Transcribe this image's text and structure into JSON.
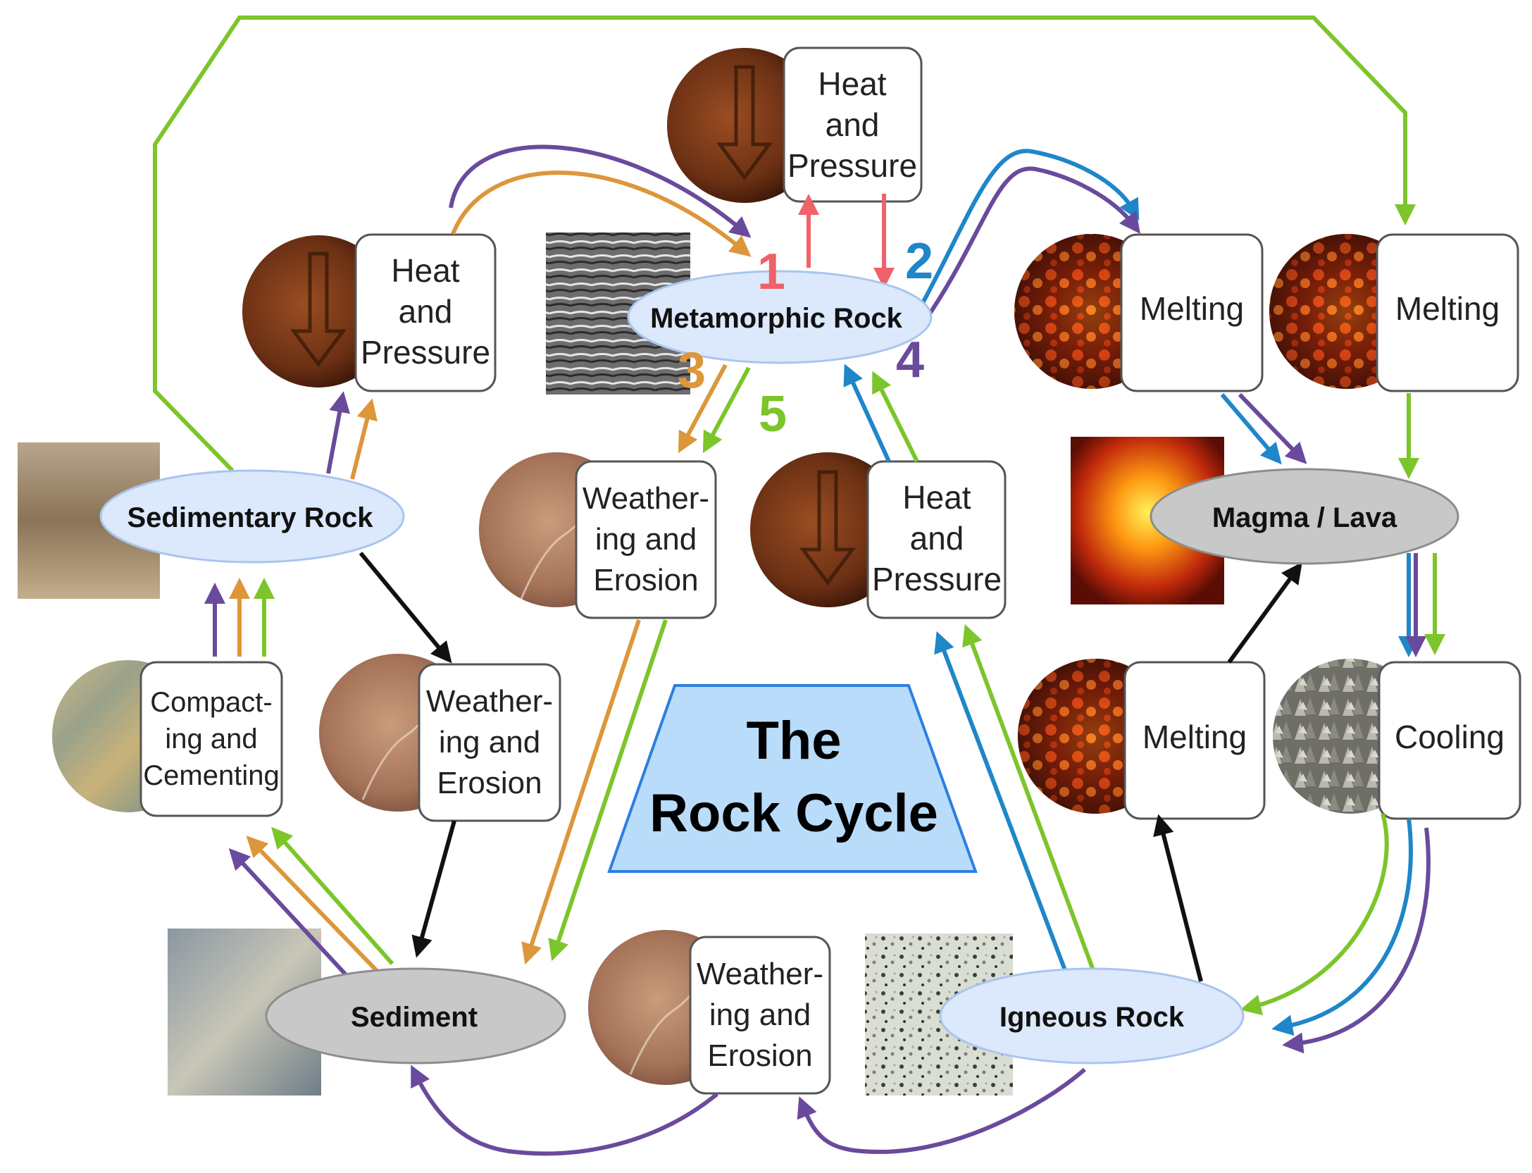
{
  "title": {
    "line1": "The",
    "line2": "Rock Cycle"
  },
  "nodes": {
    "metamorphic": "Metamorphic Rock",
    "sedimentary": "Sedimentary Rock",
    "magma": "Magma / Lava",
    "sediment": "Sediment",
    "igneous": "Igneous Rock"
  },
  "processes": {
    "hp_top": [
      "Heat",
      "and",
      "Pressure"
    ],
    "hp_left": [
      "Heat",
      "and",
      "Pressure"
    ],
    "hp_mid": [
      "Heat",
      "and",
      "Pressure"
    ],
    "melt_1": [
      "Melting"
    ],
    "melt_2": [
      "Melting"
    ],
    "melt_3": [
      "Melting"
    ],
    "cooling": [
      "Cooling"
    ],
    "we_center": [
      "Weather-",
      "ing and",
      "Erosion"
    ],
    "we_left": [
      "Weather-",
      "ing and",
      "Erosion"
    ],
    "we_bottom": [
      "Weather-",
      "ing and",
      "Erosion"
    ],
    "compact": [
      "Compact-",
      "ing and",
      "Cementing"
    ]
  },
  "path_numbers": [
    "1",
    "2",
    "3",
    "4",
    "5"
  ],
  "colors": {
    "path1": "#f0616a",
    "path2": "#1f86c9",
    "path3": "#dd963a",
    "path4": "#6a4a9c",
    "path5": "#7cc52a",
    "general": "#111111",
    "node_blue": "#dce8fb",
    "node_gray": "#c8c8c8",
    "title_fill": "#b9dcfa",
    "title_stroke": "#2d7ee0"
  },
  "icons": {
    "heat_pressure": "brown-down-arrow-circle-icon",
    "melting": "lava-circle-icon",
    "weathering": "sandstone-circle-icon",
    "compacting": "layered-stone-circle-icon",
    "cooling": "crystal-rock-circle-icon"
  }
}
